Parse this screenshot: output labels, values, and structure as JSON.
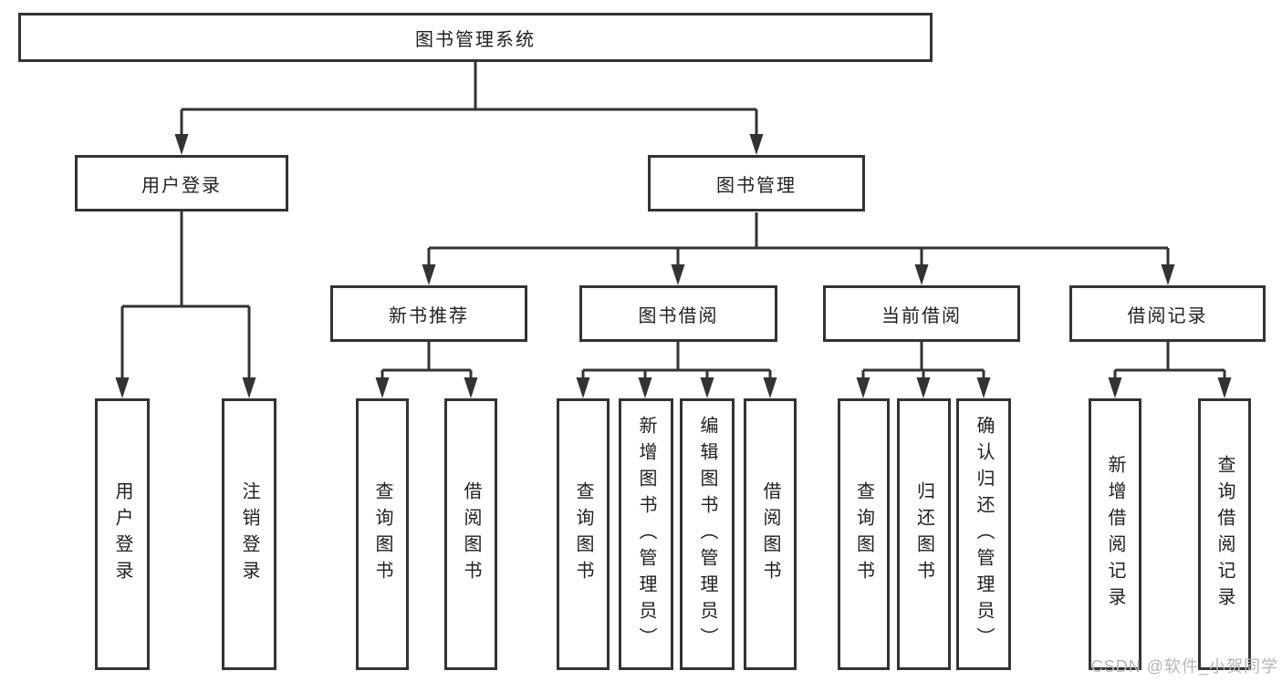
{
  "diagram": {
    "root_label": "图书管理系统",
    "user_login_label": "用户登录",
    "book_management_label": "图书管理",
    "new_book_recommend_label": "新书推荐",
    "book_borrow_label": "图书借阅",
    "current_borrow_label": "当前借阅",
    "borrow_records_label": "借阅记录",
    "leaves": {
      "user_login": [
        "用户登录",
        "注销登录"
      ],
      "new_book_recommend": [
        "查询图书",
        "借阅图书"
      ],
      "book_borrow": [
        "查询图书",
        "新增图书（管理员）",
        "编辑图书（管理员）",
        "借阅图书"
      ],
      "current_borrow": [
        "查询图书",
        "归还图书",
        "确认归还（管理员）"
      ],
      "borrow_records": [
        "新增借阅记录",
        "查询借阅记录"
      ]
    }
  },
  "watermark": "CSDN @软件_小贺同学",
  "colors": {
    "line": "#333333",
    "text": "#212121",
    "background": "#ffffff",
    "watermark": "#b5b5b5"
  }
}
